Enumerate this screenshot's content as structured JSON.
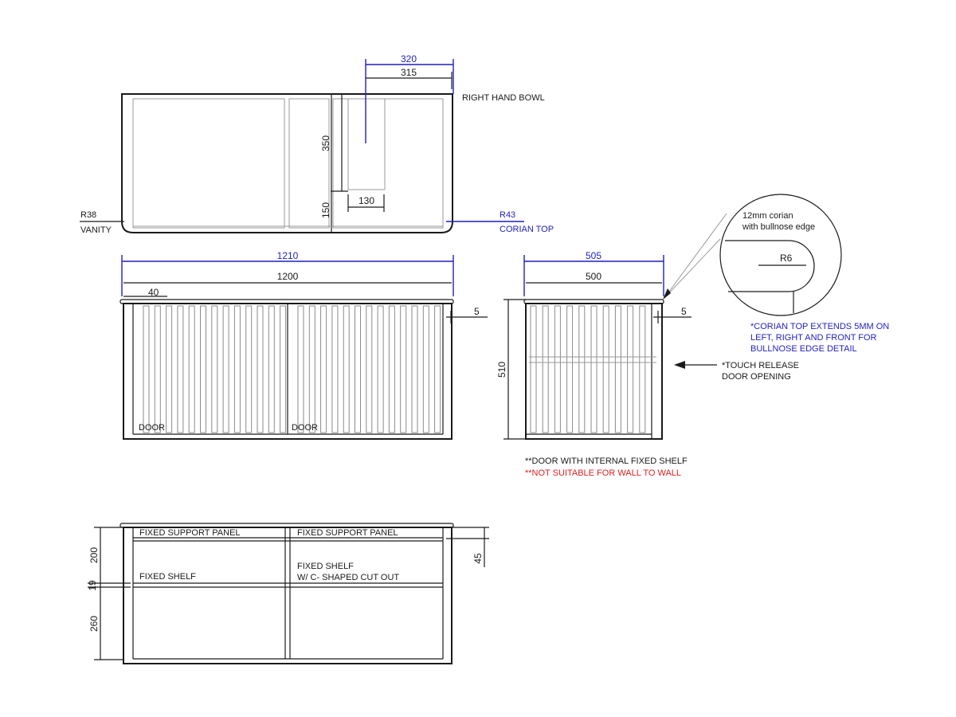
{
  "plan_view": {
    "dim_bowl_outer": "320",
    "dim_bowl_inner": "315",
    "dim_350": "350",
    "dim_150": "150",
    "dim_130": "130",
    "label_bowl": "RIGHT HAND BOWL",
    "r38": "R38",
    "vanity": "VANITY",
    "r43": "R43",
    "corian_top": "CORIAN TOP"
  },
  "front_view": {
    "dim_1210": "1210",
    "dim_1200": "1200",
    "dim_40": "40",
    "dim_5": "5",
    "door_left": "DOOR",
    "door_right": "DOOR"
  },
  "side_view": {
    "dim_505": "505",
    "dim_500": "500",
    "dim_5": "5",
    "dim_510": "510",
    "touch_release_1": "*TOUCH RELEASE",
    "touch_release_2": "DOOR OPENING",
    "note_shelf": "**DOOR WITH INTERNAL FIXED SHELF",
    "note_wall": "**NOT SUITABLE FOR WALL TO WALL"
  },
  "detail": {
    "line1": "12mm corian",
    "line2": "with bullnose edge",
    "r6": "R6",
    "note_1": "*CORIAN TOP EXTENDS 5MM ON",
    "note_2": "LEFT, RIGHT AND FRONT FOR",
    "note_3": "BULLNOSE EDGE DETAIL"
  },
  "section_view": {
    "panel_left": "FIXED SUPPORT PANEL",
    "panel_right": "FIXED SUPPORT PANEL",
    "shelf_left": "FIXED SHELF",
    "shelf_right_1": "FIXED SHELF",
    "shelf_right_2": "W/ C- SHAPED CUT OUT",
    "dim_200": "200",
    "dim_19": "19",
    "dim_260": "260",
    "dim_45": "45"
  },
  "colors": {
    "line": "#1a1a1a",
    "blue_dimension": "#1f1fc2",
    "red_note": "#e02020",
    "grey_line": "#9a9a9a"
  }
}
